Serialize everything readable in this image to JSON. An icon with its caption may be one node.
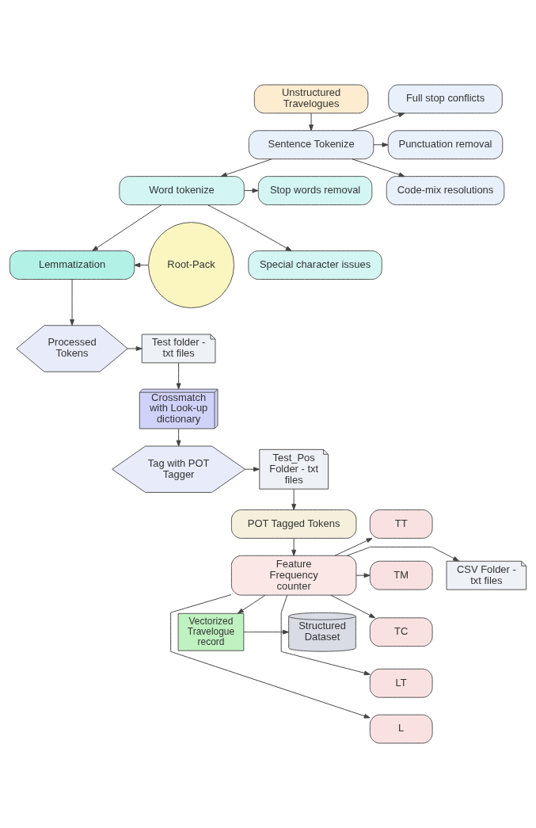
{
  "diagram": {
    "nodes": [
      {
        "text": [
          "Unstructured Travelogues"
        ]
      },
      {
        "text": [
          "Sentence Tokenize"
        ]
      },
      {
        "text": [
          "Full stop conflicts"
        ]
      },
      {
        "text": [
          "Punctuation removal"
        ]
      },
      {
        "text": [
          "Code-mix resolutions"
        ]
      },
      {
        "text": [
          "Word tokenize"
        ]
      },
      {
        "text": [
          "Stop words removal"
        ]
      },
      {
        "text": [
          "Special character issues"
        ]
      },
      {
        "text": [
          "Root-Pack"
        ]
      },
      {
        "text": [
          "Lemmatization"
        ]
      },
      {
        "text": [
          "Processed Tokens"
        ]
      },
      {
        "text": [
          "Test folder - txt files"
        ]
      },
      {
        "text": [
          "Crossmatch with Look-up dictionary"
        ]
      },
      {
        "text": [
          "Tag with POT Tagger"
        ]
      },
      {
        "text": [
          "Test_Pos Folder - txt files"
        ]
      },
      {
        "text": [
          "POT Tagged Tokens"
        ]
      },
      {
        "text": [
          "TT"
        ]
      },
      {
        "text": [
          "TM"
        ]
      },
      {
        "text": [
          "TC"
        ]
      },
      {
        "text": [
          "LT"
        ]
      },
      {
        "text": [
          "L"
        ]
      },
      {
        "text": [
          "Feature Frequency counter"
        ]
      },
      {
        "text": [
          "CSV Folder - txt files"
        ]
      },
      {
        "text": [
          "Vectorized Travelogue record"
        ]
      },
      {
        "text": [
          "Structured Dataset"
        ]
      }
    ],
    "edges": [
      {
        "from": 0,
        "to": 1,
        "arrow": "to"
      },
      {
        "from": 1,
        "to": 2,
        "arrow": "to"
      },
      {
        "from": 1,
        "to": 3,
        "arrow": "to"
      },
      {
        "from": 1,
        "to": 4,
        "arrow": "to"
      },
      {
        "from": 1,
        "to": 5,
        "arrow": "to"
      },
      {
        "from": 5,
        "to": 6,
        "arrow": "to"
      },
      {
        "from": 5,
        "to": 7,
        "arrow": "to"
      },
      {
        "from": 5,
        "to": 9,
        "arrow": "to"
      },
      {
        "from": 8,
        "to": 9,
        "arrow": "to"
      },
      {
        "from": 9,
        "to": 10,
        "arrow": "to"
      },
      {
        "from": 10,
        "to": 11,
        "arrow": "to"
      },
      {
        "from": 11,
        "to": 12,
        "arrow": "to"
      },
      {
        "from": 12,
        "to": 13,
        "arrow": "to"
      },
      {
        "from": 13,
        "to": 14,
        "arrow": "to"
      },
      {
        "from": 14,
        "to": 15,
        "arrow": "to"
      },
      {
        "from": 15,
        "to": 21,
        "arrow": "to"
      },
      {
        "from": 21,
        "to": 22,
        "arrow": "to"
      },
      {
        "from": 21,
        "to": 16,
        "arrow": "to"
      },
      {
        "from": 21,
        "to": 17,
        "arrow": "to"
      },
      {
        "from": 21,
        "to": 18,
        "arrow": "to"
      },
      {
        "from": 21,
        "to": 19,
        "arrow": "to"
      },
      {
        "from": 21,
        "to": 20,
        "arrow": "to"
      },
      {
        "from": 21,
        "to": 23,
        "arrow": "to"
      },
      {
        "from": 23,
        "to": 24,
        "arrow": "to"
      }
    ]
  }
}
